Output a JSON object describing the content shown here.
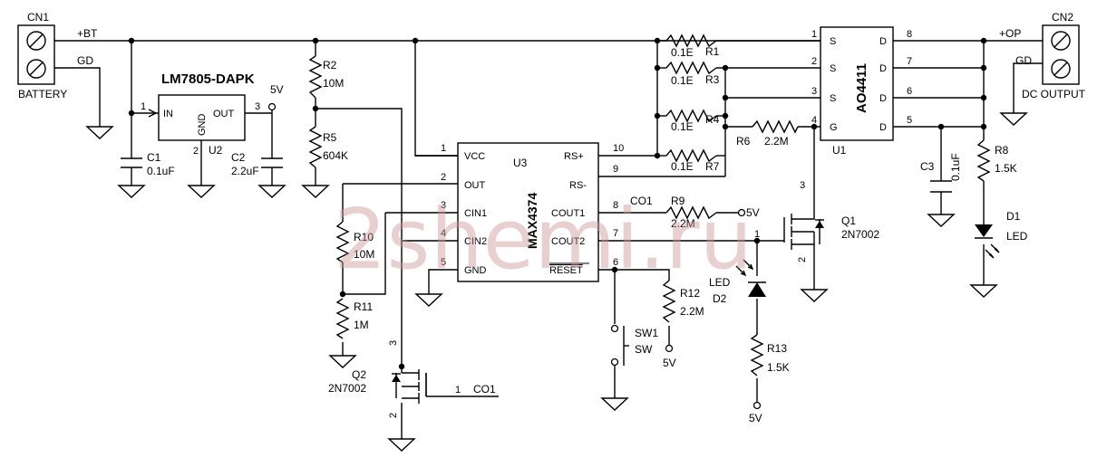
{
  "watermark": "2shemi.ru",
  "connectors": {
    "cn1": {
      "ref": "CN1",
      "desc": "BATTERY",
      "pin_pos": "+BT",
      "pin_neg": "GD"
    },
    "cn2": {
      "ref": "CN2",
      "desc": "DC OUTPUT",
      "pin_pos": "+OP",
      "pin_neg": "GD"
    }
  },
  "regulator": {
    "part": "LM7805-DAPK",
    "ref": "U2",
    "pin_in": "IN",
    "pin_out": "OUT",
    "pin_gnd": "GND",
    "num_in": "1",
    "num_out": "3",
    "num_gnd": "2",
    "out_node": "5V"
  },
  "ic": {
    "part": "MAX4374",
    "ref": "U3",
    "pins": [
      {
        "num": "1",
        "name": "VCC"
      },
      {
        "num": "2",
        "name": "OUT"
      },
      {
        "num": "3",
        "name": "CIN1"
      },
      {
        "num": "4",
        "name": "CIN2"
      },
      {
        "num": "5",
        "name": "GND"
      },
      {
        "num": "10",
        "name": "RS+"
      },
      {
        "num": "9",
        "name": "RS-"
      },
      {
        "num": "8",
        "name": "COUT1"
      },
      {
        "num": "7",
        "name": "COUT2"
      },
      {
        "num": "6",
        "name": "RESET"
      }
    ]
  },
  "mosfet_u1": {
    "part": "AO4411",
    "ref": "U1",
    "left_pins": [
      {
        "num": "1",
        "name": "S"
      },
      {
        "num": "2",
        "name": "S"
      },
      {
        "num": "3",
        "name": "S"
      },
      {
        "num": "4",
        "name": "G"
      }
    ],
    "right_pins": [
      {
        "num": "8",
        "name": "D"
      },
      {
        "num": "7",
        "name": "D"
      },
      {
        "num": "6",
        "name": "D"
      },
      {
        "num": "5",
        "name": "D"
      }
    ]
  },
  "resistors": [
    {
      "ref": "R1",
      "value": "0.1E"
    },
    {
      "ref": "R3",
      "value": "0.1E"
    },
    {
      "ref": "R4",
      "value": "0.1E"
    },
    {
      "ref": "R7",
      "value": "0.1E"
    },
    {
      "ref": "R2",
      "value": "10M"
    },
    {
      "ref": "R5",
      "value": "604K"
    },
    {
      "ref": "R6",
      "value": "2.2M"
    },
    {
      "ref": "R8",
      "value": "1.5K"
    },
    {
      "ref": "R9",
      "value": "2.2M"
    },
    {
      "ref": "R10",
      "value": "10M"
    },
    {
      "ref": "R11",
      "value": "1M"
    },
    {
      "ref": "R12",
      "value": "2.2M"
    },
    {
      "ref": "R13",
      "value": "1.5K"
    }
  ],
  "capacitors": [
    {
      "ref": "C1",
      "value": "0.1uF"
    },
    {
      "ref": "C2",
      "value": "2.2uF"
    },
    {
      "ref": "C3",
      "value": "0.1uF"
    }
  ],
  "transistors": [
    {
      "ref": "Q1",
      "part": "2N7002",
      "pin_d": "3",
      "pin_g": "1",
      "pin_s": "2"
    },
    {
      "ref": "Q2",
      "part": "2N7002",
      "pin_d": "3",
      "pin_g": "1",
      "pin_s": "2"
    }
  ],
  "leds": [
    {
      "ref": "D1",
      "label": "LED"
    },
    {
      "ref": "D2",
      "label": "LED"
    }
  ],
  "switch": {
    "ref": "SW1",
    "label": "SW"
  },
  "nets": {
    "co1": "CO1",
    "v5": "5V",
    "co1_num": "1"
  }
}
